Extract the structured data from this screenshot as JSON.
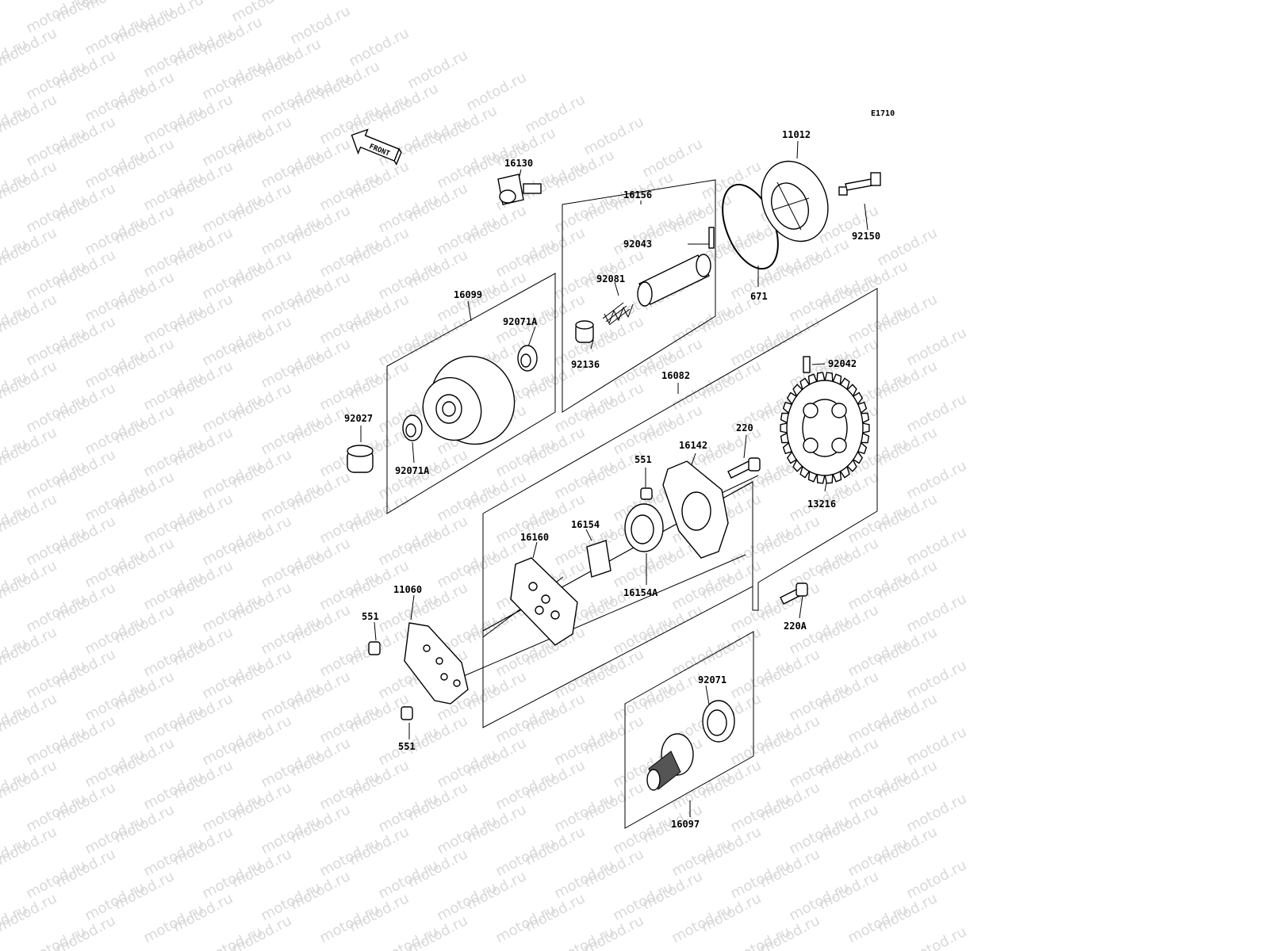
{
  "diagram": {
    "code": "E1710",
    "front_label": "FRONT",
    "watermark": "motod.ru",
    "parts": {
      "p16130": "16130",
      "p16156": "16156",
      "p11012": "11012",
      "p92150": "92150",
      "p92043": "92043",
      "p671": "671",
      "p92081": "92081",
      "p16099": "16099",
      "p92071A_top": "92071A",
      "p92136": "92136",
      "p16082": "16082",
      "p92042": "92042",
      "p92027": "92027",
      "p92071A_bot": "92071A",
      "p220": "220",
      "p16142": "16142",
      "p551_a": "551",
      "p13216": "13216",
      "p16154": "16154",
      "p16160": "16160",
      "p16154A": "16154A",
      "p11060": "11060",
      "p551_b": "551",
      "p220A": "220A",
      "p92071": "92071",
      "p551_c": "551",
      "p16097": "16097"
    }
  }
}
